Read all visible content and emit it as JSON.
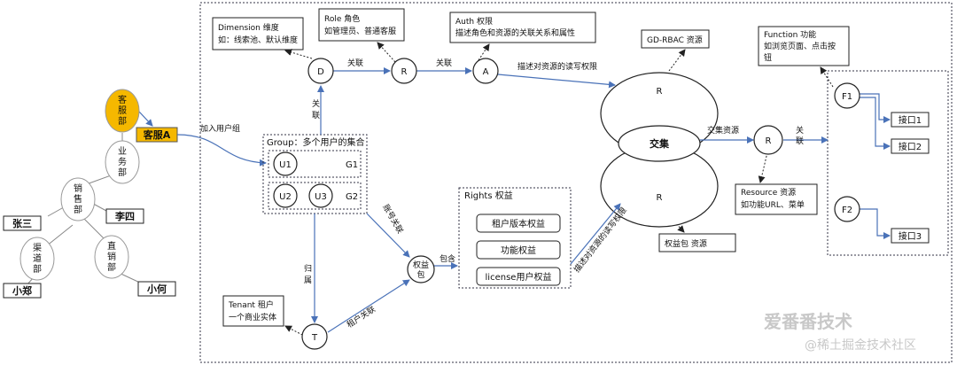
{
  "tree": {
    "root": "客服部",
    "root_lines": [
      "客",
      "服",
      "部"
    ],
    "highlight": "客服A",
    "join_label": "加入用户组",
    "business_lines": [
      "业",
      "务",
      "部"
    ],
    "sales_lines": [
      "销",
      "售",
      "部"
    ],
    "channel_lines": [
      "渠",
      "道",
      "部"
    ],
    "direct_lines": [
      "直",
      "销",
      "部"
    ],
    "people": [
      "张三",
      "李四",
      "小郑",
      "小何"
    ]
  },
  "nodes": {
    "D": "D",
    "R1": "R",
    "A": "A",
    "T": "T",
    "R_mid": "R",
    "R_top": "R",
    "R_bottom": "R",
    "F1": "F1",
    "F2": "F2",
    "U1": "U1",
    "U2": "U2",
    "U3": "U3",
    "G1": "G1",
    "G2": "G2",
    "equity_lines": [
      "权益",
      "包"
    ],
    "intersect": "交集"
  },
  "notes": {
    "dimension_title": "Dimension 维度",
    "dimension_desc": "如：线索池、默认维度",
    "role_title": "Role 角色",
    "role_desc": "如管理员、普通客服",
    "auth_title": "Auth 权限",
    "auth_desc": "描述角色和资源的关联关系和属性",
    "gd_rbac": "GD-RBAC 资源",
    "function_title": "Function 功能",
    "function_desc1": "如浏览页面、点击按",
    "function_desc2": "钮",
    "resource_title": "Resource 资源",
    "resource_desc": "如功能URL、菜单",
    "equity_pkg_res": "权益包 资源",
    "tenant_title": "Tenant 租户",
    "tenant_desc": "一个商业实体"
  },
  "group": {
    "title": "Group：多个用户的集合"
  },
  "rights": {
    "title": "Rights 权益",
    "items": [
      "租户版本权益",
      "功能权益",
      "license用户权益"
    ]
  },
  "interfaces": [
    "接口1",
    "接口2",
    "接口3"
  ],
  "edge_labels": {
    "link_DR": "关联",
    "link_RA": "关联",
    "rw_top": "描述对资源的读写权限",
    "link_vertical": [
      "关",
      "联"
    ],
    "belong": [
      "归",
      "属"
    ],
    "account_link": "账号关联",
    "tenant_link": "租户关联",
    "contains": "包含",
    "rw_bottom": "描述对资源的读写权限",
    "intersect_res": "交集资源",
    "link_RF": [
      "关",
      "联"
    ]
  },
  "watermark": {
    "line1": "爱番番技术",
    "line2": "@稀土掘金技术社区"
  },
  "colors": {
    "highlight": "#f5b800",
    "arrow": "#4a72b8",
    "stroke": "#222222"
  }
}
